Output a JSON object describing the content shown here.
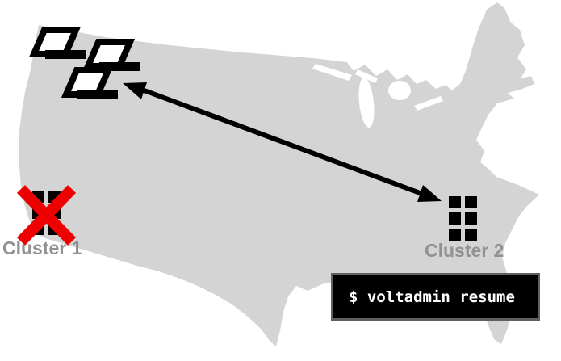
{
  "diagram": {
    "clusters": [
      {
        "id": "cluster-1",
        "label": "Cluster 1",
        "status": "failed",
        "icon": "server-grid-icon",
        "overlay": "failed-x-icon"
      },
      {
        "id": "cluster-2",
        "label": "Cluster 2",
        "status": "active",
        "icon": "server-grid-icon"
      }
    ],
    "db_nodes": {
      "icon": "database-node-icon",
      "count": 3
    },
    "arrow": {
      "icon": "double-headed-arrow-icon",
      "style": "double-headed"
    },
    "terminal": {
      "command": "$ voltadmin resume"
    }
  },
  "colors": {
    "page-bg": "#ffffff",
    "map-fill": "#d4d4d4",
    "label-color": "#919191",
    "x-color": "#ee0000",
    "ink": "#000000",
    "terminal-bg": "#000000",
    "terminal-border": "#606060",
    "terminal-text": "#ffffff"
  }
}
